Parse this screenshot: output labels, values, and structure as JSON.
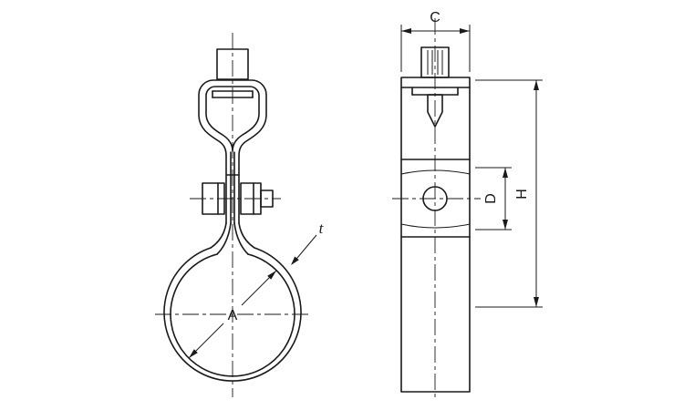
{
  "colors": {
    "line": "#1a1a1a",
    "background": "#ffffff"
  },
  "front_view": {
    "diameter_label": "A",
    "thickness_label": "t"
  },
  "side_view": {
    "width_label": "C",
    "hole_label": "D",
    "height_label": "H"
  }
}
